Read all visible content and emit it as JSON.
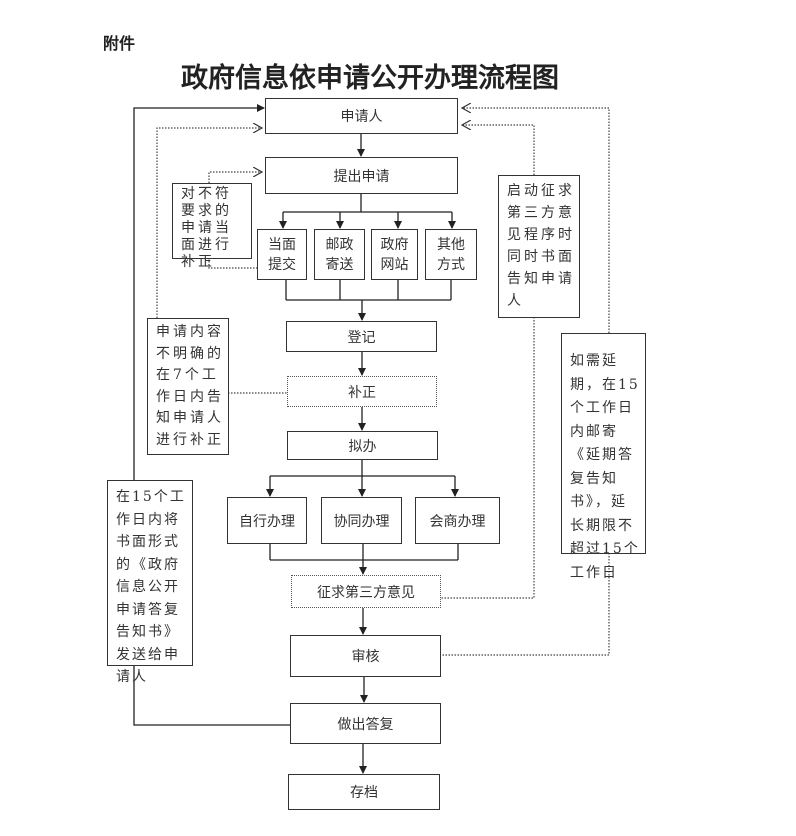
{
  "attachment_label": "附件",
  "title": "政府信息依申请公开办理流程图",
  "nodes": {
    "applicant": "申请人",
    "submit": "提出申请",
    "channels": [
      "当面提交",
      "邮政寄送",
      "政府网站",
      "其他方式"
    ],
    "register": "登记",
    "supplement": "补正",
    "draft": "拟办",
    "handling": [
      "自行办理",
      "协同办理",
      "会商办理"
    ],
    "third_party": "征求第三方意见",
    "review": "审核",
    "reply": "做出答复",
    "archive": "存档"
  },
  "notes": {
    "on_site_correction": "对不符要求的申请当面进行补正",
    "unclear_content": "申请内容不明确的在7个工作日内告知申请人进行补正",
    "third_party_notice": "启动征求第三方意见程序时同时书面告知申请人",
    "extension": "如需延期，在15个工作日内邮寄《延期答复告知书》，延长期限不超过15个工作日",
    "written_reply": "在15个工作日内将书面形式的《政府信息公开申请答复告知书》发送给申请人"
  }
}
